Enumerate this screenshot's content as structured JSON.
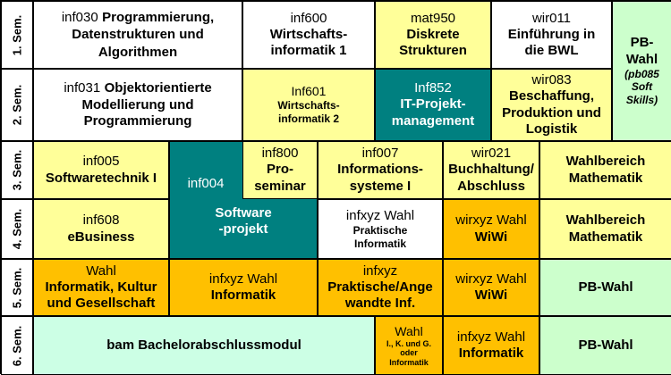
{
  "colors": {
    "white": "#ffffff",
    "yellow": "#ffff99",
    "orange": "#ffc000",
    "teal": "#008080",
    "light_green": "#ccffcc",
    "light_cyan": "#ccffe5"
  },
  "semesters": [
    "1. Sem.",
    "2. Sem.",
    "3. Sem.",
    "4. Sem.",
    "5. Sem.",
    "6. Sem."
  ],
  "modules": {
    "inf030": {
      "code": "inf030",
      "title": "Programmierung,\nDatenstrukturen und\nAlgorithmen"
    },
    "inf600": {
      "code": "inf600",
      "title": "Wirtschafts-\ninformatik 1"
    },
    "mat950": {
      "code": "mat950",
      "title": "Diskrete\nStrukturen"
    },
    "wir011": {
      "code": "wir011",
      "title": "Einführung in\ndie BWL"
    },
    "pbwahl1": {
      "code": "PB-",
      "title": "Wahl",
      "note": "(pb085\nSoft\nSkills)"
    },
    "inf031": {
      "code": "inf031",
      "title": "Objektorientierte",
      "title2": "Modellierung und\nProgrammierung"
    },
    "inf601": {
      "code": "Inf601",
      "title": "Wirtschafts-\ninformatik 2"
    },
    "inf852": {
      "code": "Inf852",
      "title": "IT-Projekt-\nmanagement"
    },
    "wir083": {
      "code": "wir083",
      "title": "Beschaffung,\nProduktion und\nLogistik"
    },
    "inf005": {
      "code": "inf005",
      "title": "Softwaretechnik I"
    },
    "inf004": {
      "code": "inf004",
      "title": "Software\n-projekt"
    },
    "inf800": {
      "code": "inf800",
      "title": "Pro-\nseminar"
    },
    "inf007": {
      "code": "inf007",
      "title": "Informations-\nsysteme I"
    },
    "wir021": {
      "code": "wir021",
      "title": "Buchhaltung/\nAbschluss"
    },
    "wahl_mathe_3": {
      "title": "Wahlbereich\nMathematik"
    },
    "inf608": {
      "code": "inf608",
      "title": "eBusiness"
    },
    "infxyz_pi4": {
      "code": "infxyz Wahl",
      "title": "Praktische\nInformatik"
    },
    "wirxyz_4": {
      "code": "wirxyz Wahl",
      "title": "WiWi"
    },
    "wahl_mathe_4": {
      "title": "Wahlbereich\nMathematik"
    },
    "wahl_ikg": {
      "code": "Wahl",
      "title": "Informatik, Kultur\nund Gesellschaft"
    },
    "infxyz_inf5": {
      "code": "infxyz Wahl",
      "title": "Informatik"
    },
    "infxyz_pi5": {
      "code": "infxyz",
      "title": "Praktische/Ange\nwandte Inf."
    },
    "wirxyz_5": {
      "code": "wirxyz Wahl",
      "title": "WiWi"
    },
    "pbwahl5": {
      "title": "PB-Wahl"
    },
    "bam": {
      "title": "bam Bachelorabschlussmodul"
    },
    "wahl_ikg6": {
      "code": "Wahl",
      "title": "I., K. und G.\noder\nInformatik"
    },
    "infxyz_inf6": {
      "code": "infxyz Wahl",
      "title": "Informatik"
    },
    "pbwahl6": {
      "title": "PB-Wahl"
    }
  }
}
